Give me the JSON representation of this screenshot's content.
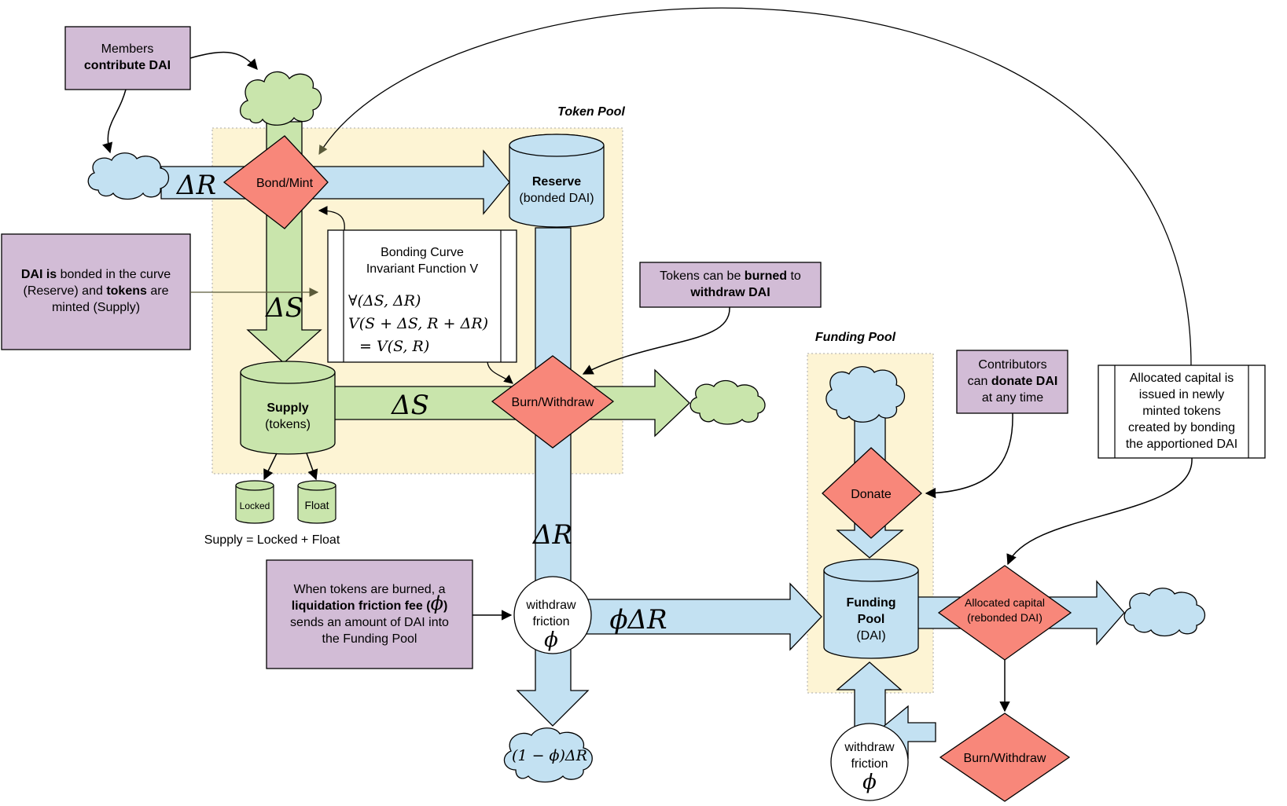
{
  "token_pool_title": "Token Pool",
  "funding_pool_title": "Funding Pool",
  "labels": {
    "bond_mint": "Bond/Mint",
    "burn_withdraw": "Burn/Withdraw",
    "burn_withdraw_2": "Burn/Withdraw",
    "donate": "Donate",
    "allocated_1": "Allocated capital",
    "allocated_2": "(rebonded DAI)",
    "reserve_1": "Reserve",
    "reserve_2": "(bonded DAI)",
    "supply_1": "Supply",
    "supply_2": "(tokens)",
    "funding_1": "Funding",
    "funding_2": "Pool",
    "funding_3": "(DAI)",
    "locked": "Locked",
    "float": "Float",
    "supply_eq": "Supply = Locked + Float",
    "withdraw_1": "withdraw",
    "friction_1": "friction",
    "phi_1": "ϕ",
    "withdraw_2": "withdraw",
    "friction_2": "friction",
    "phi_2": "ϕ"
  },
  "math": {
    "delta_r_top": "ΔR",
    "delta_s_down": "ΔS",
    "delta_s_right": "ΔS",
    "delta_r_down": "ΔR",
    "phi_delta_r": "ϕΔR",
    "one_minus_phi": "(1 − ϕ)ΔR"
  },
  "bonding": {
    "title_1": "Bonding Curve",
    "title_2": "Invariant Function V",
    "eq_1": "∀(ΔS, ΔR)",
    "eq_2": "V(S + ΔS, R + ΔR)",
    "eq_3": "= V(S, R)"
  },
  "notes": {
    "members_1": "Members",
    "members_2": "contribute DAI",
    "dai_bonded_1_bold": "DAI is",
    "dai_bonded_1_rest": " bonded in the curve",
    "dai_bonded_2_a": "(Reserve) and ",
    "dai_bonded_2_bold": "tokens",
    "dai_bonded_2_b": " are",
    "dai_bonded_3": "minted (Supply)",
    "burned_1_a": "Tokens can be ",
    "burned_1_bold": "burned",
    "burned_1_b": " to",
    "burned_2": "withdraw DAI",
    "contrib_1": "Contributors",
    "contrib_2_a": "can ",
    "contrib_2_bold": "donate DAI",
    "contrib_3": "at any time",
    "alloc_1": "Allocated capital is",
    "alloc_2": "issued in newly",
    "alloc_3": "minted tokens",
    "alloc_4": "created by bonding",
    "alloc_5": "the apportioned DAI",
    "fee_1": "When tokens are burned, a",
    "fee_2_bold": "liquidation friction fee (",
    "fee_2_phi": "ϕ",
    "fee_2_close": ")",
    "fee_3": "sends an amount of DAI into",
    "fee_4": "the Funding Pool"
  },
  "colors": {
    "blue": "#c3e1f2",
    "green": "#c9e5ac",
    "red": "#f8877a",
    "purple": "#d2bcd6",
    "pool_bg": "#fdf4d4"
  }
}
